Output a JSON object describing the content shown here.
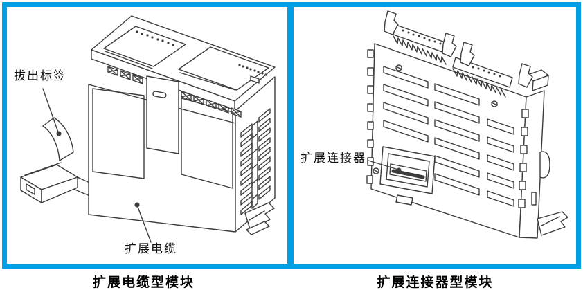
{
  "figure": {
    "background": "#ffffff",
    "frame_color": "#009FE3",
    "line_color": "#3c3c3c",
    "text_color": "#111111"
  },
  "left_panel": {
    "caption": "扩展电缆型模块",
    "pull_tab_label": "拔出标签",
    "cable_label": "扩展电缆"
  },
  "right_panel": {
    "caption": "扩展连接器型模块",
    "connector_label": "扩展连接器"
  }
}
